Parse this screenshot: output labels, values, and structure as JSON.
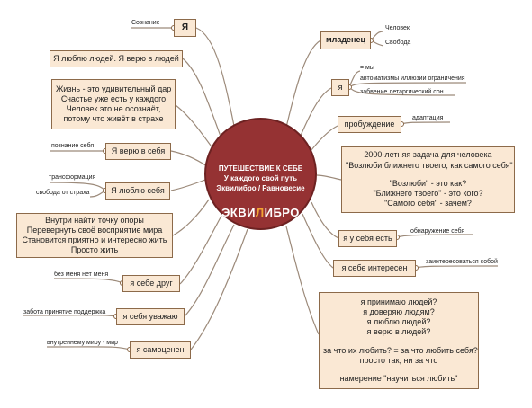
{
  "center": {
    "line1": "ПУТЕШЕСТВИЕ К СЕБЕ",
    "line2": "У каждого свой путь",
    "line3": "Эквилибро / Равновесие",
    "logo_left": "ЭКВИ",
    "logo_mid": "Л",
    "logo_right": "ИБРО"
  },
  "left": {
    "ya": "Я",
    "soznanie": "Сознание",
    "lyublyu_lyudei": "Я люблю людей. Я верю в людей",
    "zhizn": [
      "Жизнь - это удивительный дар",
      "Счастье уже есть у каждого",
      "Человек это не осознаёт,",
      "потому что живёт в страхе"
    ],
    "veryu_v_sebya": "Я верю в себя",
    "poznanie_sebya": "познание себя",
    "lyublyu_sebya": "Я люблю себя",
    "transformatsiya": "трансформация",
    "svoboda_ot_strakha": "свобода от страха",
    "vnutri": [
      "Внутри найти точку опоры",
      "Перевернуть своё восприятие мира",
      "Становится приятно и интересно жить",
      "Просто жить"
    ],
    "sebe_drug": "я себе друг",
    "bez_menya": "без меня нет меня",
    "sebya_uvazhayu": "я себя уважаю",
    "zabota": "забота принятие поддержка",
    "samotsenen": "я самоценен",
    "vnutrennemu": "внутреннему миру - мир"
  },
  "right": {
    "mladenets": "младенец",
    "chelovek": "Человек",
    "svoboda": "Свобода",
    "ya": "я",
    "my": "= мы",
    "avtomatizmy": "автоматизмы иллюзии ограничения",
    "zabvenie": "забвение летаргический сон",
    "probuzhdenie": "пробуждение",
    "adaptatsiya": "адаптация",
    "zadacha": [
      "2000-летняя задача для человека",
      "\"Возлюби ближнего твоего, как самого себя\"",
      "",
      "\"Возлюби\" - это как?",
      "\"Ближнего твоего\" - это кого?",
      "\"Самого себя\" - зачем?"
    ],
    "u_sebya_est": "я у себя есть",
    "obnaruzhenie": "обнаружение себя",
    "sebe_interesen": "я себе интересен",
    "zainteresovatsya": "заинтересоваться собой",
    "prinimayu": [
      "я принимаю людей?",
      "я доверяю людям?",
      "я люблю людей?",
      "я верю в людей?",
      "",
      "за что их любить? = за что любить себя?",
      "просто так, ни за что",
      "",
      "намерение \"научиться любить\""
    ]
  },
  "colors": {
    "center_fill": "#953233",
    "node_fill": "#fae8d4",
    "node_border": "#8c6a4a",
    "accent": "#f2a431",
    "link": "#9c8a7a"
  }
}
